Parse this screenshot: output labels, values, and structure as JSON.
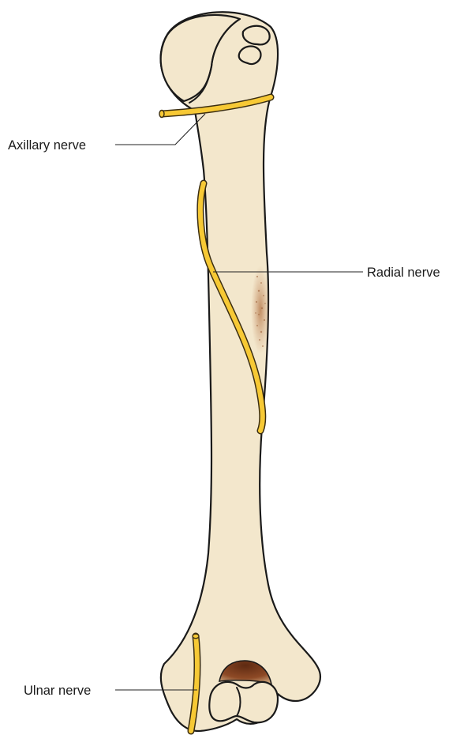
{
  "colors": {
    "bone": "#f3e7cc",
    "bone_shadow": "#e6d2a9",
    "nerve": "#f7c935",
    "outline": "#1a1a1a",
    "fossa": "#7a3a1c",
    "roughness": "#b5784a"
  },
  "labels": {
    "axillary": "Axillary nerve",
    "radial": "Radial nerve",
    "ulnar": "Ulnar nerve"
  }
}
